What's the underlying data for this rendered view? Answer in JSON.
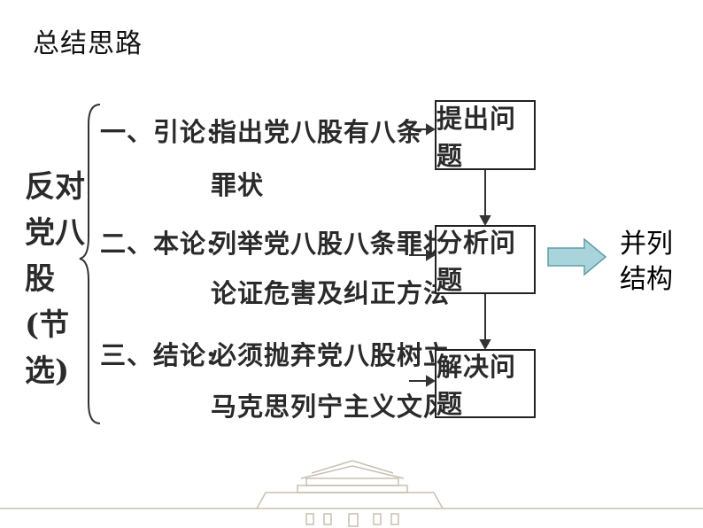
{
  "title": "总结思路",
  "subject": "反对党八股(节选)",
  "rows": [
    {
      "heading": "一、引论:",
      "line1": "指出党八股有八条",
      "line2": "罪状"
    },
    {
      "heading": "二、本论:",
      "line1": "列举党八股八条罪状",
      "line2": "论证危害及纠正方法"
    },
    {
      "heading": "三、结论:",
      "line1": "必须抛弃党八股树立",
      "line2": "马克思列宁主义文风"
    }
  ],
  "boxes": [
    "提出问题",
    "分析问题",
    "解决问题"
  ],
  "result": "并列结构",
  "colors": {
    "big_arrow_fill": "#a9d4dc",
    "big_arrow_stroke": "#5f9ea8",
    "footer_line": "#c8bfb0"
  }
}
